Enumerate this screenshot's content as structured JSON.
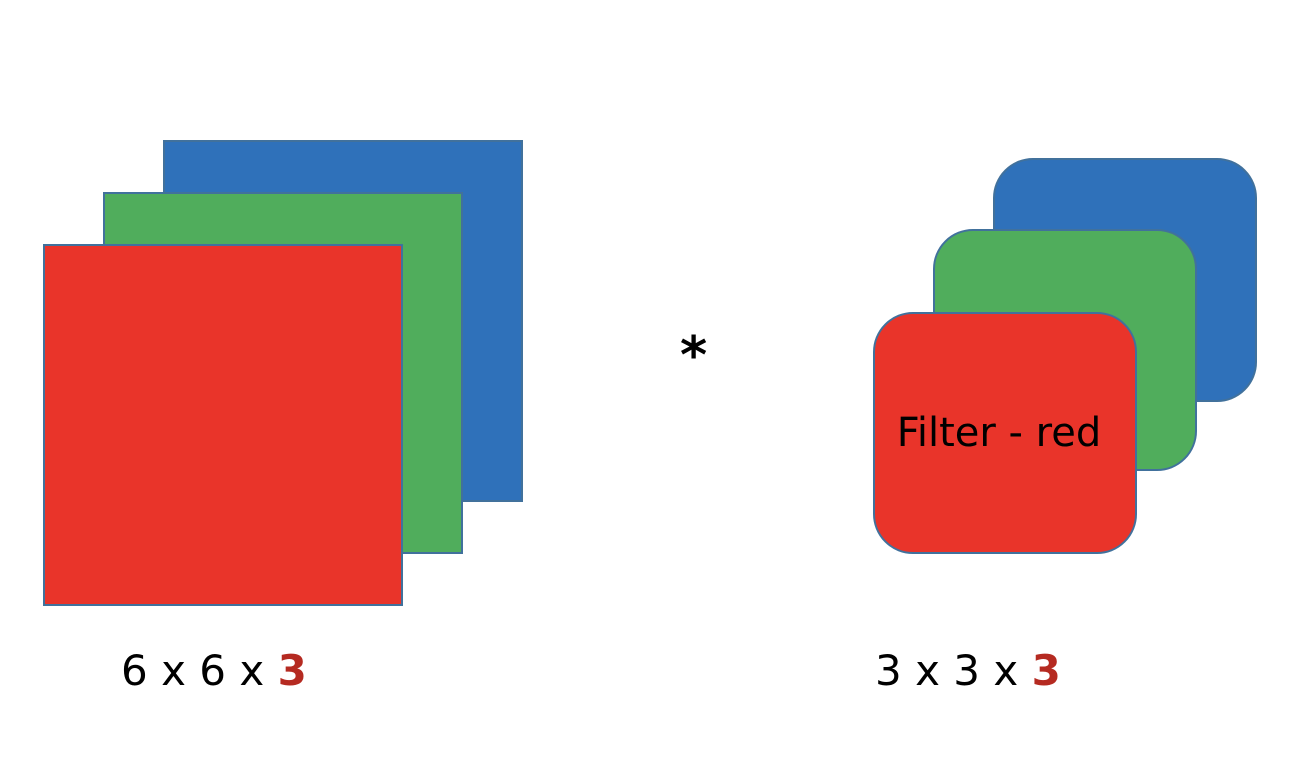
{
  "colors": {
    "red": "#e9342a",
    "green": "#50ad5c",
    "blue": "#2f71ba",
    "border": "#41719c",
    "channel_highlight": "#b52a21"
  },
  "input_volume": {
    "dims_prefix": "6 x 6 x ",
    "dims_channels": "3"
  },
  "operator": {
    "symbol": "*"
  },
  "filter_volume": {
    "front_label": "Filter - red",
    "dims_prefix": "3 x 3 x ",
    "dims_channels": "3"
  }
}
